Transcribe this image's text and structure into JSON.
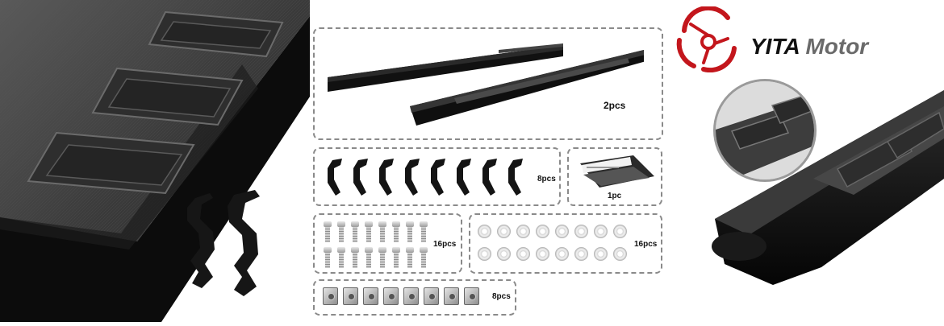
{
  "brand": {
    "name_part1": "YITA",
    "name_part2": "Motor",
    "accent_color": "#c3161c"
  },
  "kit": {
    "running_boards": {
      "qty_label": "2pcs"
    },
    "brackets": {
      "qty_label": "8pcs"
    },
    "instruction_sheet": {
      "qty_label": "1pc"
    },
    "bolts": {
      "qty_label": "16pcs"
    },
    "washers": {
      "qty_label": "16pcs"
    },
    "clip_nuts": {
      "qty_label": "8pcs"
    }
  },
  "colors": {
    "board_black": "#111111",
    "tread_gray": "#3c3c3c",
    "dashed_border": "#8a8a8a"
  }
}
